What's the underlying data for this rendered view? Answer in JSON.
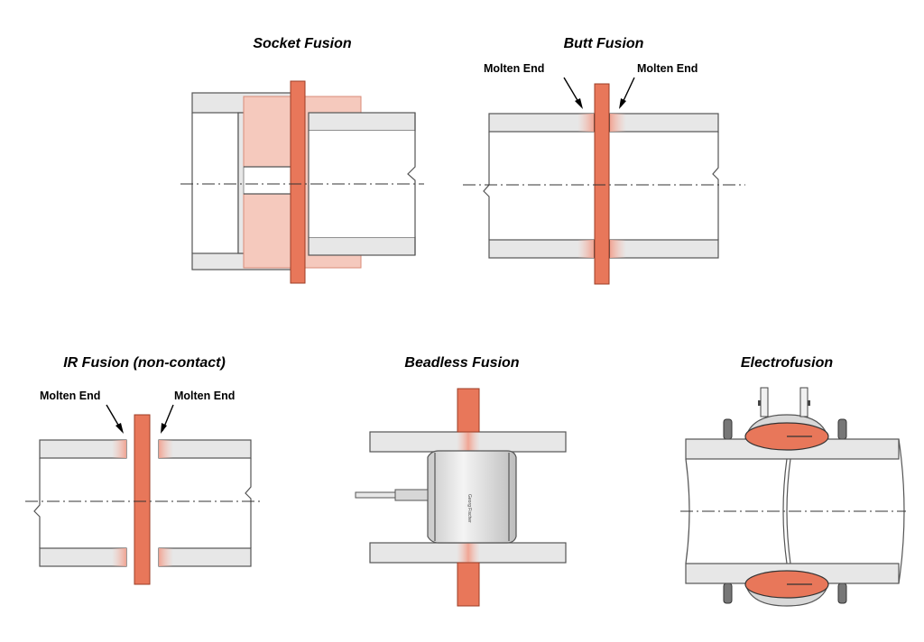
{
  "titles": {
    "socket": "Socket Fusion",
    "butt": "Butt Fusion",
    "ir": "IR Fusion (non-contact)",
    "beadless": "Beadless Fusion",
    "electro": "Electrofusion"
  },
  "labels": {
    "molten_end": "Molten End"
  },
  "colors": {
    "heater": "#e8775a",
    "molten": "#f5c2b6",
    "pipe": "#e7e7e7"
  }
}
